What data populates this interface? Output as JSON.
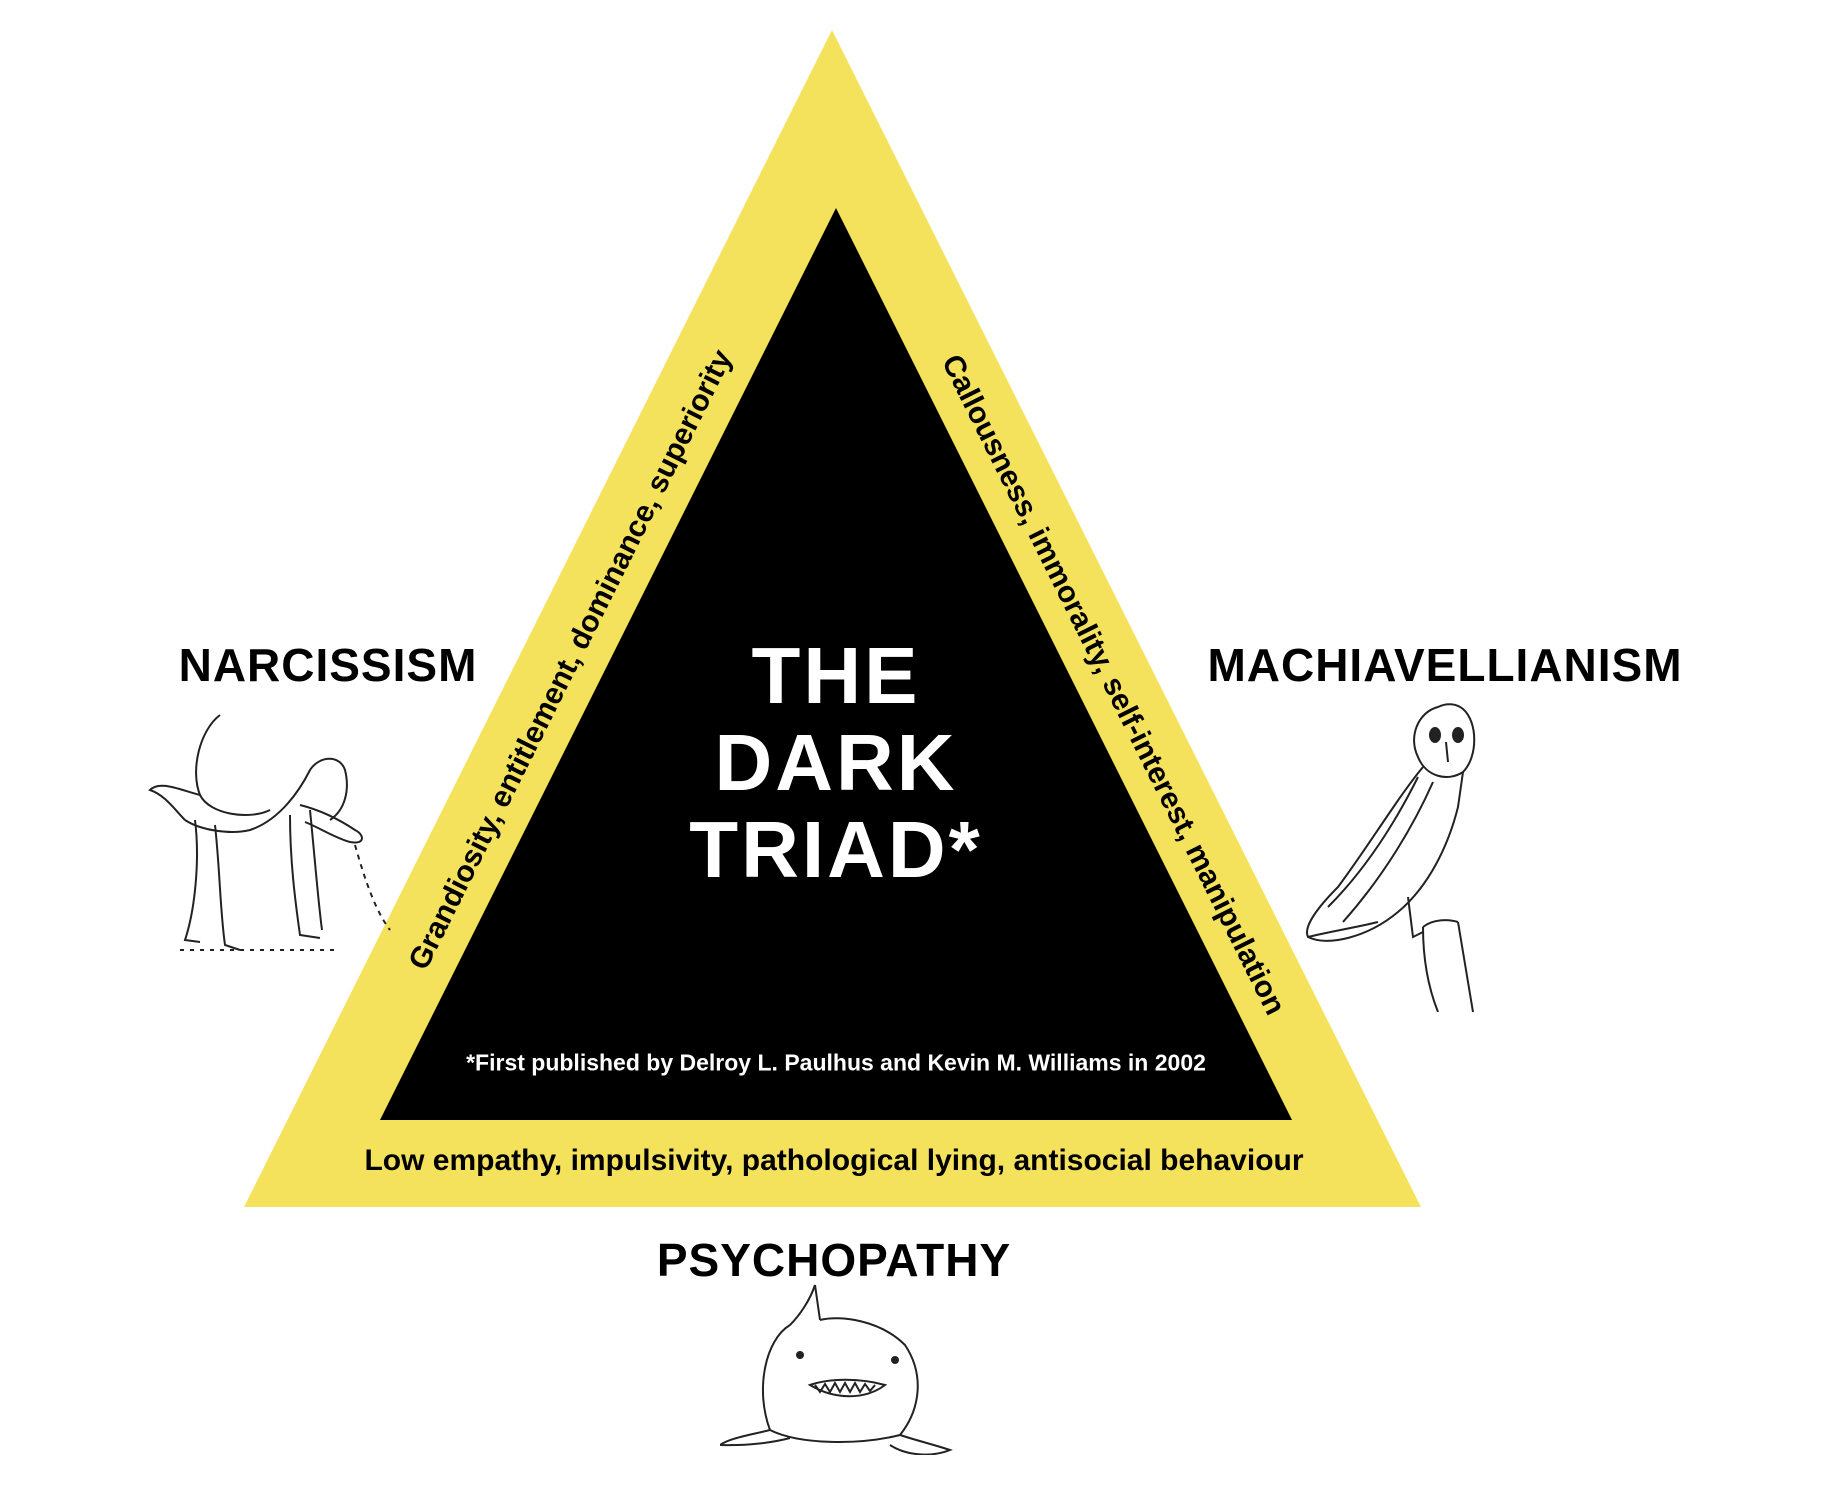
{
  "colors": {
    "outer": "#f5e25c",
    "inner": "#000000"
  },
  "title": {
    "line1": "THE",
    "line2": "DARK",
    "line3": "TRIAD*"
  },
  "footnote": "*First published by Delroy L. Paulhus and Kevin M. Williams in 2002",
  "traits": {
    "narcissism": {
      "name": "NARCISSISM",
      "description": "Grandiosity, entitlement, dominance, superiority",
      "animal": "dog-icon"
    },
    "machiavellianism": {
      "name": "MACHIAVELLIANISM",
      "description": "Callousness, immorality, self-interest, manipulation",
      "animal": "owl-icon"
    },
    "psychopathy": {
      "name": "PSYCHOPATHY",
      "description": "Low empathy, impulsivity, pathological lying, antisocial behaviour",
      "animal": "shark-icon"
    }
  }
}
